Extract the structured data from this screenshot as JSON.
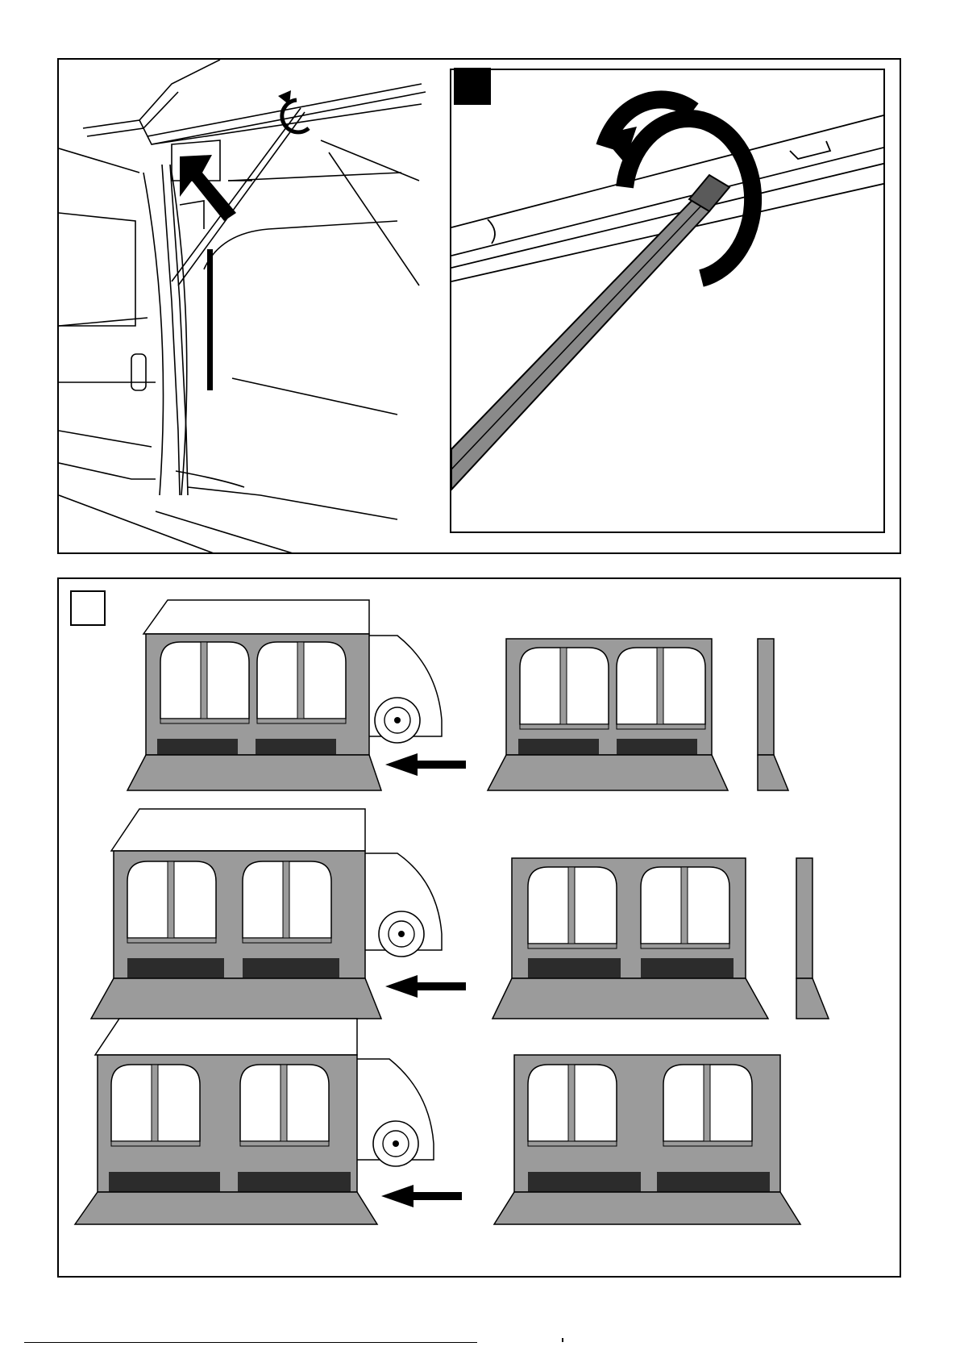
{
  "document": {
    "type": "assembly-instructions",
    "panels": [
      {
        "id": "top",
        "step_badge_style": "filled",
        "content": "awning-rail-pole-rotation"
      },
      {
        "id": "bottom",
        "step_badge_style": "outline",
        "content": "wall-attachment-variants",
        "rows": 3
      }
    ]
  },
  "illustration": {
    "fabric_color": "#9b9b9b",
    "skirt_color": "#7d7d7d",
    "base_band_color": "#2c2c2c",
    "window_color": "#ffffff",
    "icons": [
      "rotate-arrow-icon",
      "insert-arrow-icon"
    ]
  }
}
